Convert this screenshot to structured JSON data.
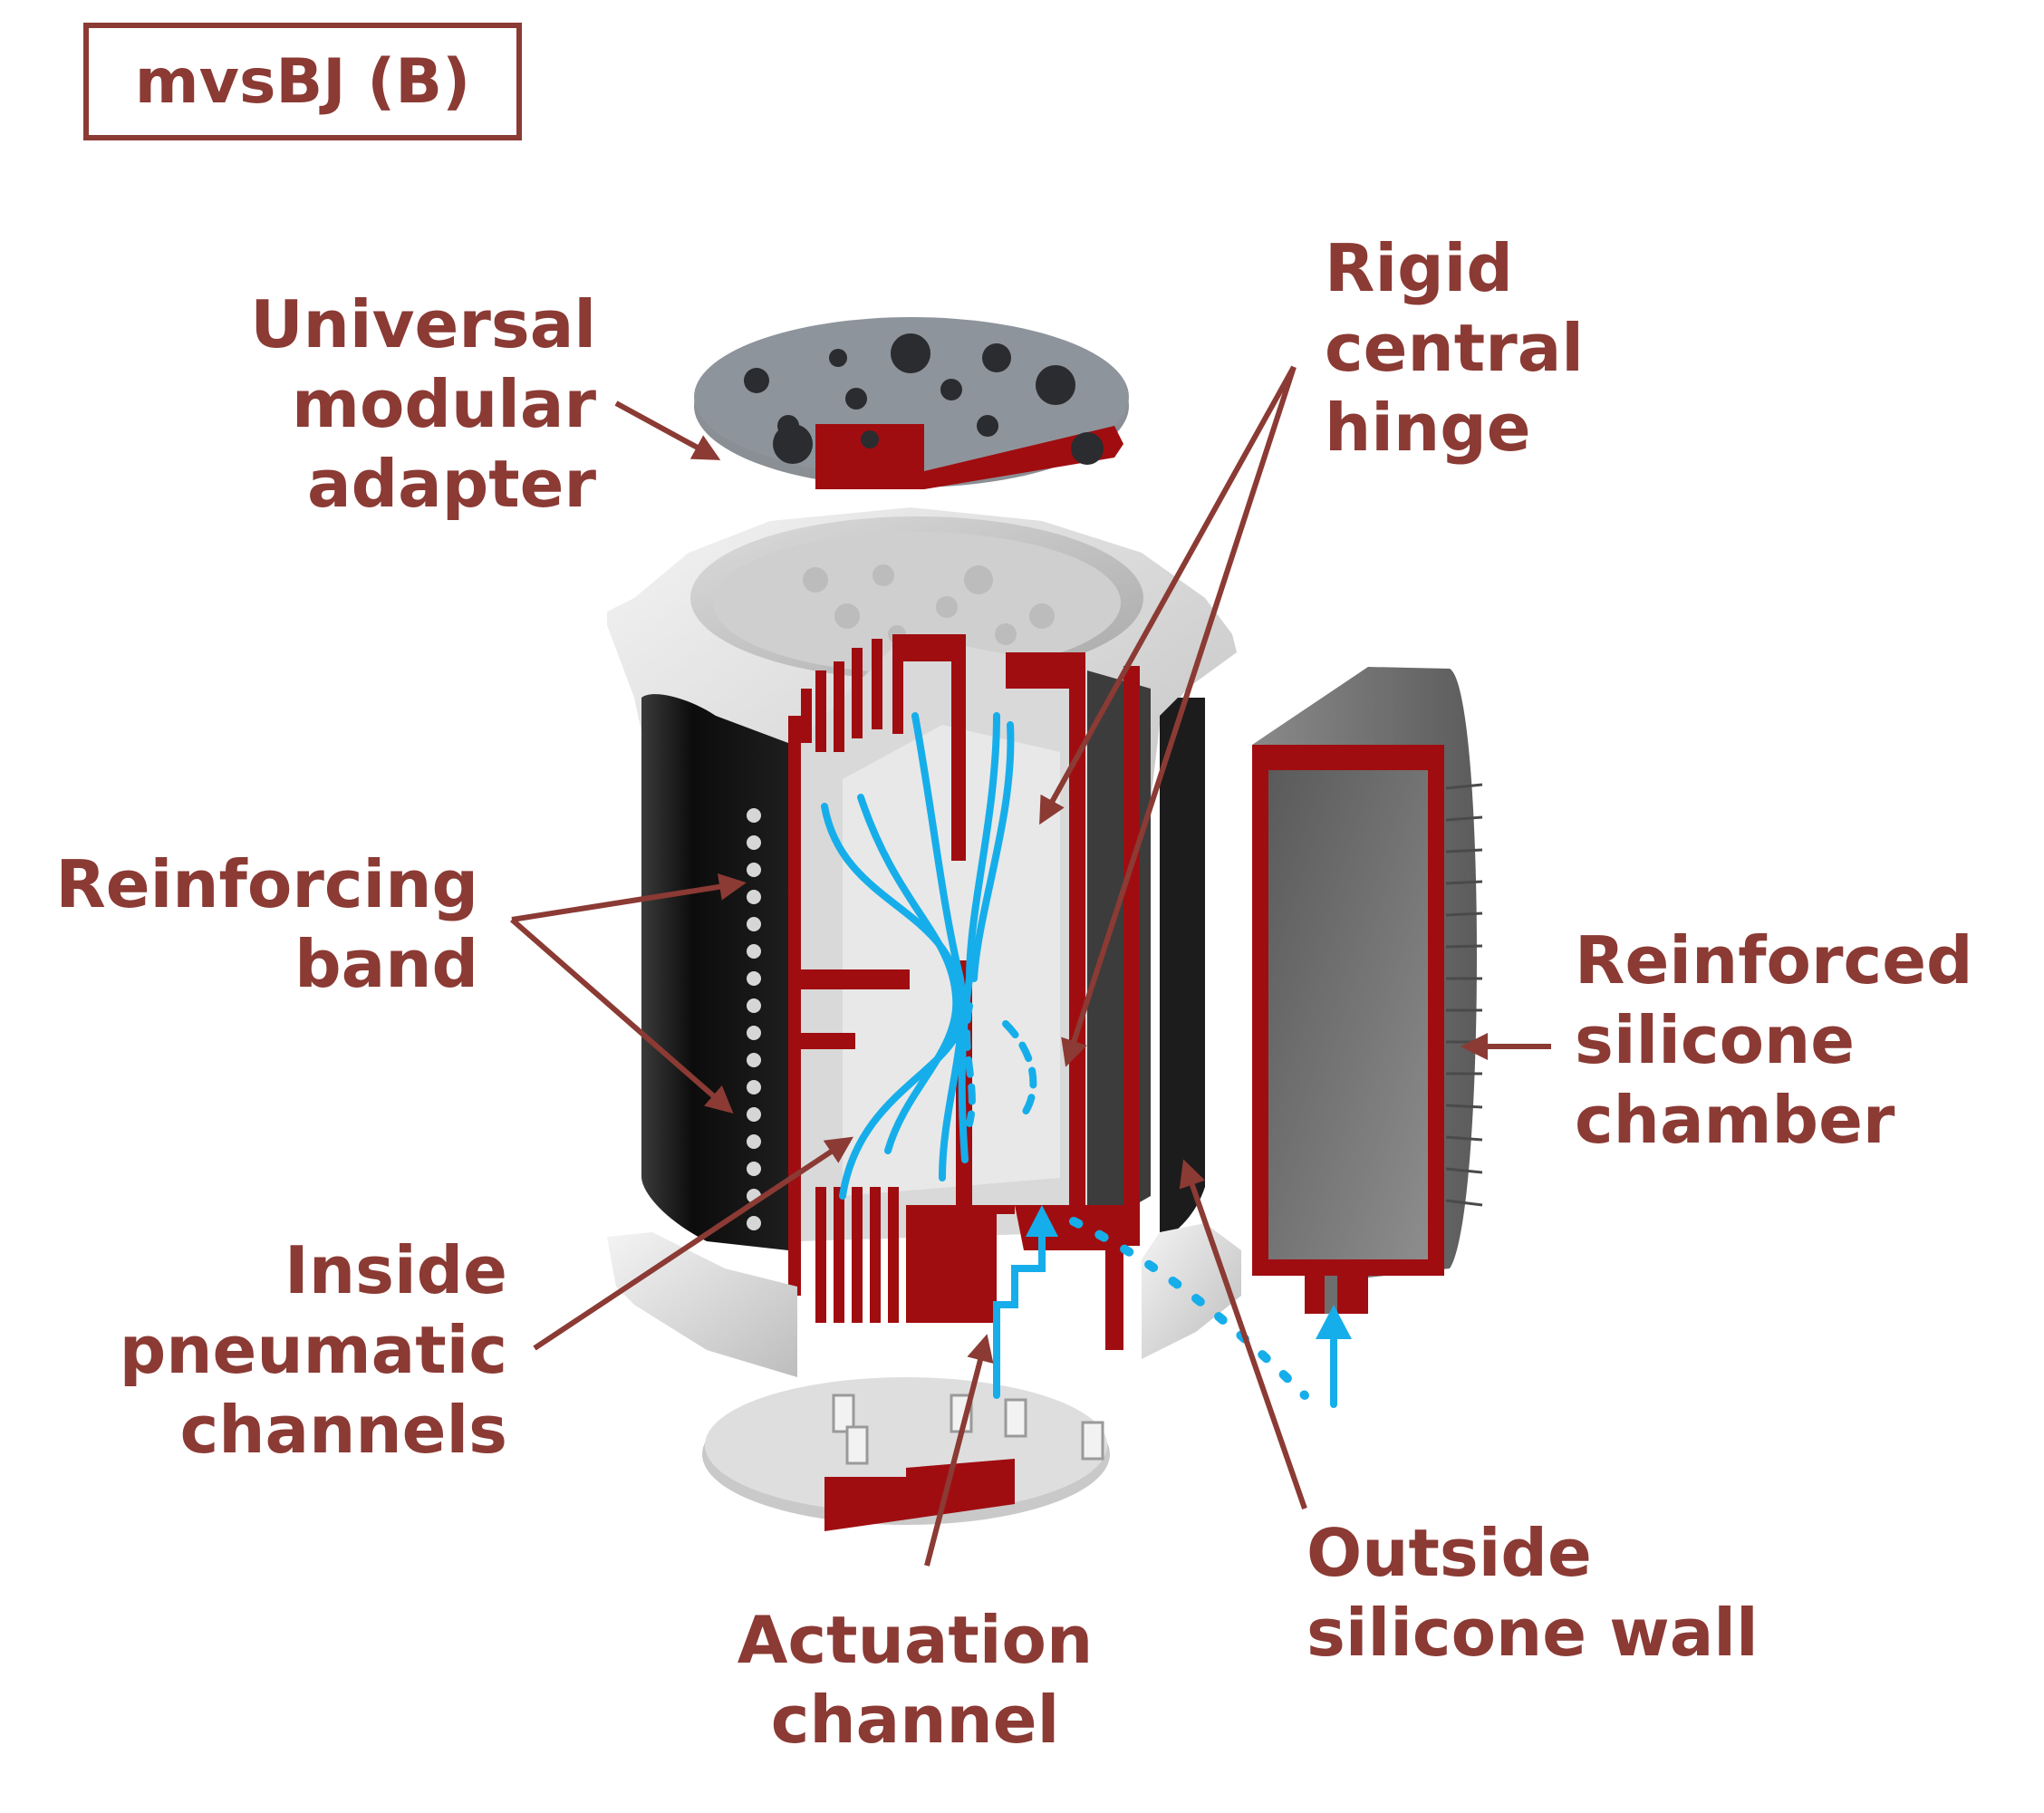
{
  "title": "mvsBJ (B)",
  "colors": {
    "label": "#8b3a34",
    "section_red": "#a00d10",
    "flow_blue": "#16aeea",
    "band_black": "#141414",
    "housing_white": "#e6e6e6",
    "chamber_gray": "#707070"
  },
  "labels": {
    "adapter": [
      "Universal",
      "modular",
      "adapter"
    ],
    "hinge": [
      "Rigid",
      "central",
      "hinge"
    ],
    "band": [
      "Reinforcing",
      "band"
    ],
    "chamber": [
      "Reinforced",
      "silicone",
      "chamber"
    ],
    "pneumatic": [
      "Inside",
      "pneumatic",
      "channels"
    ],
    "actuation": [
      "Actuation",
      "channel"
    ],
    "outside_wall": [
      "Outside",
      "silicone wall"
    ]
  }
}
